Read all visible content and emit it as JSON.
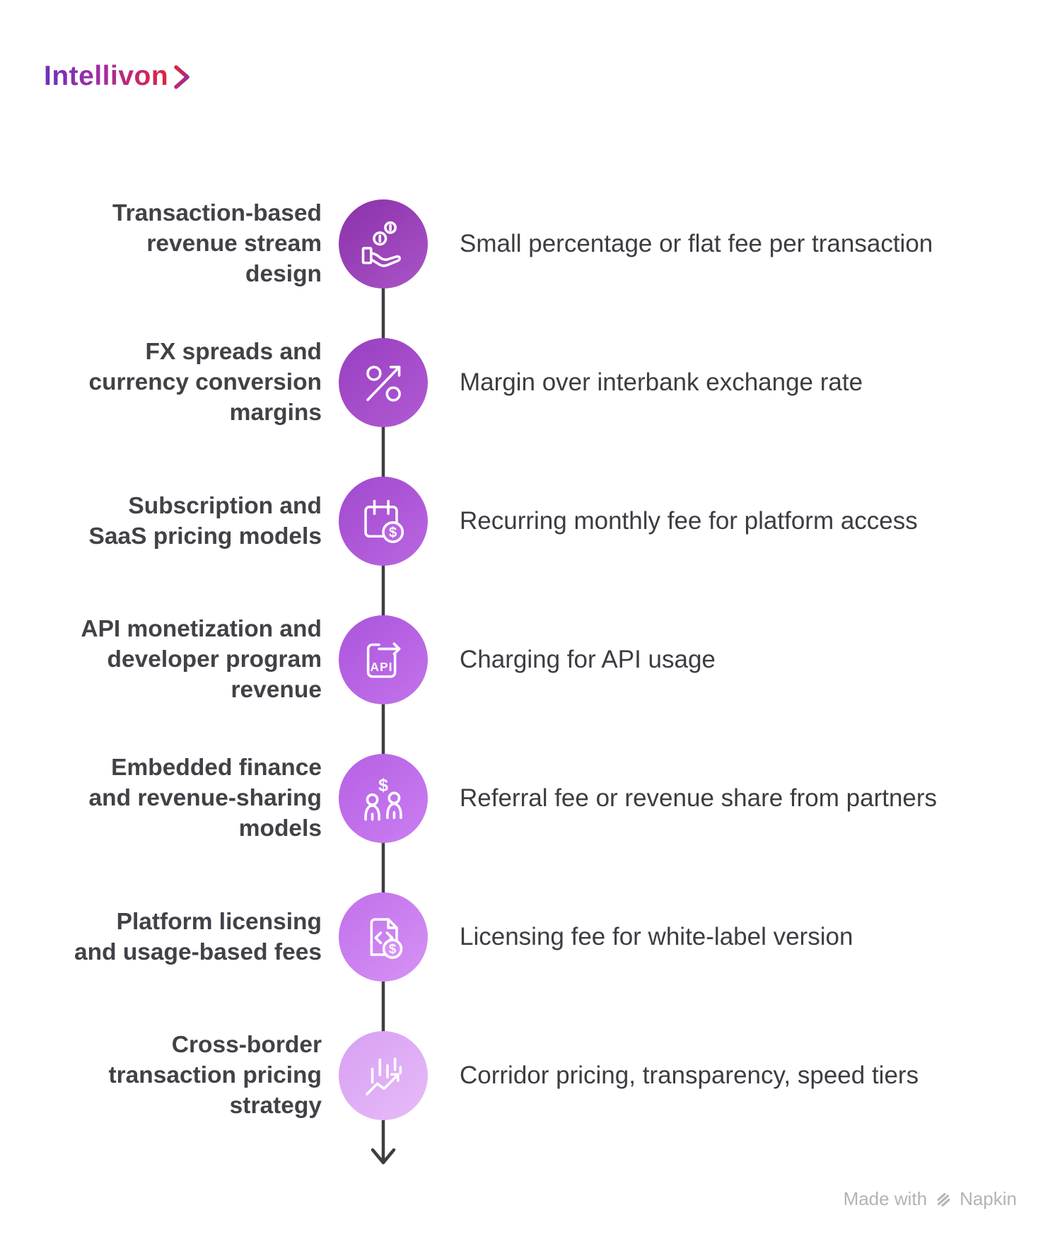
{
  "logo": {
    "name": "Intellivon"
  },
  "items": [
    {
      "title_lines": [
        "Transaction-based",
        "revenue stream",
        "design"
      ],
      "icon": "hand-coins-icon",
      "description": "Small percentage or flat fee per transaction",
      "circle_from": "#8e34ad",
      "circle_to": "#a952c6"
    },
    {
      "title_lines": [
        "FX spreads and",
        "currency conversion",
        "margins"
      ],
      "icon": "percent-arrow-icon",
      "description": "Margin over interbank exchange rate",
      "circle_from": "#9a41c2",
      "circle_to": "#b059d3"
    },
    {
      "title_lines": [
        "Subscription and",
        "SaaS pricing models"
      ],
      "icon": "calendar-dollar-icon",
      "dollar": "$",
      "description": "Recurring monthly fee for platform access",
      "circle_from": "#a34cd0",
      "circle_to": "#b965e0"
    },
    {
      "title_lines": [
        "API monetization and",
        "developer program",
        "revenue"
      ],
      "icon": "api-document-icon",
      "api_label": "API",
      "description": "Charging for API usage",
      "circle_from": "#ad57dd",
      "circle_to": "#c271ea"
    },
    {
      "title_lines": [
        "Embedded finance",
        "and revenue-sharing",
        "models"
      ],
      "icon": "people-dollar-icon",
      "dollar": "$",
      "description": "Referral fee or revenue share from partners",
      "circle_from": "#b763e6",
      "circle_to": "#ca7df0"
    },
    {
      "title_lines": [
        "Platform licensing",
        "and usage-based fees"
      ],
      "icon": "code-license-dollar-icon",
      "dollar": "$",
      "description": "Licensing fee for white-label version",
      "circle_from": "#c273ec",
      "circle_to": "#d591f4"
    },
    {
      "title_lines": [
        "Cross-border",
        "transaction pricing",
        "strategy"
      ],
      "icon": "chart-growth-icon",
      "description": "Corridor pricing, transparency, speed tiers",
      "circle_from": "#d9a2f3",
      "circle_to": "#e6baf8"
    }
  ],
  "footer": {
    "made_with": "Made with",
    "brand": "Napkin"
  },
  "connector_color": "#3e3e42"
}
